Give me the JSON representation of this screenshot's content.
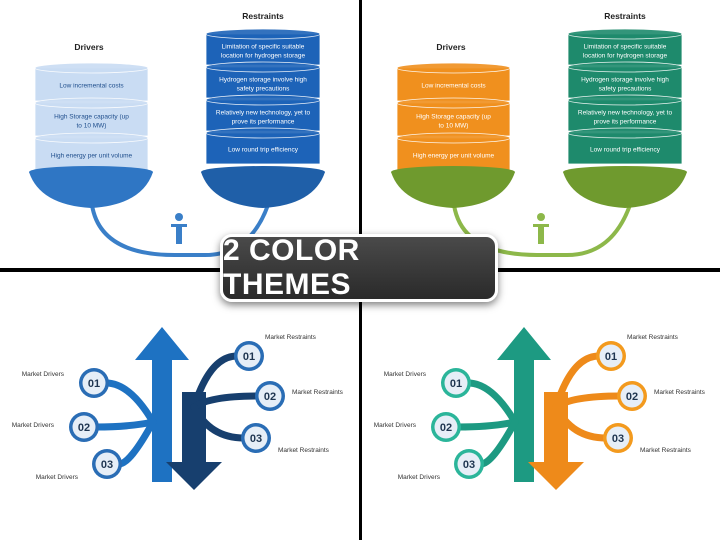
{
  "banner": {
    "text": "2 COLOR THEMES"
  },
  "db_slide": {
    "drivers_title": "Drivers",
    "restraints_title": "Restraints",
    "drivers": [
      [
        "Low incremental costs"
      ],
      [
        "High Storage capacity (up",
        "to 10 MW)"
      ],
      [
        "High energy per unit volume"
      ]
    ],
    "restraints": [
      [
        "Limitation of specific suitable",
        "location for hydrogen storage"
      ],
      [
        "Hydrogen storage involve high",
        "safety precautions"
      ],
      [
        "Relatively new technology, yet to",
        "prove its performance"
      ],
      [
        "Low round trip efficiency"
      ]
    ]
  },
  "arrow_slide": {
    "driver_label": "Market Drivers",
    "restraint_label": "Market Restraints",
    "numbers": [
      "01",
      "02",
      "03"
    ]
  },
  "themes": {
    "blue": {
      "driver_fill": "#c9dcf3",
      "driver_text": "#1f4e8c",
      "restraint_fill": "#1d63b8",
      "restraint_text": "#ffffff",
      "bowl_left": "#2f76c4",
      "bowl_right": "#1f5fa8",
      "pipe": "#3a7fc8",
      "arrow_up": "#1e72c2",
      "arrow_down": "#173f6e",
      "circle_left": "#2a6db5",
      "circle_right": "#2a6db5"
    },
    "green_orange": {
      "driver_fill": "#f0901e",
      "driver_text": "#ffffff",
      "restraint_fill": "#1e8a6c",
      "restraint_text": "#ffffff",
      "bowl_left": "#6f9a2e",
      "bowl_right": "#6f9a2e",
      "pipe": "#8db84a",
      "arrow_up": "#1d9a82",
      "arrow_down": "#ee8a1a",
      "circle_left": "#2bb59a",
      "circle_right": "#f39a1e"
    }
  }
}
